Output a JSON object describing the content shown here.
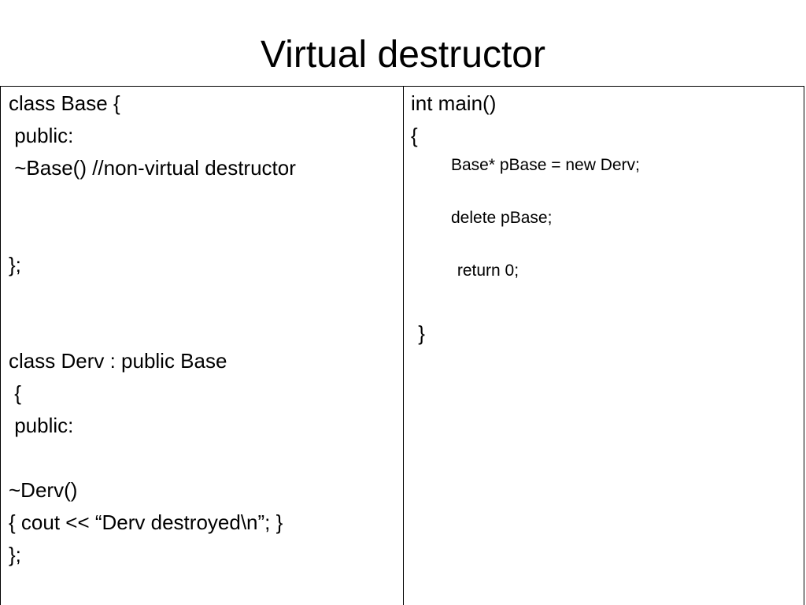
{
  "slide": {
    "title": "Virtual destructor"
  },
  "left_cell": {
    "lines": [
      "class Base {",
      " public:",
      " ~Base() //non-virtual destructor",
      "};",
      "class Derv : public Base",
      " {",
      " public:",
      "~Derv()",
      "{ cout << “Derv destroyed\\n”; }",
      "};"
    ]
  },
  "right_cell": {
    "lines": [
      "int main()",
      "{",
      "Base* pBase = new Derv;",
      "delete pBase;",
      " return 0;",
      " }"
    ]
  }
}
